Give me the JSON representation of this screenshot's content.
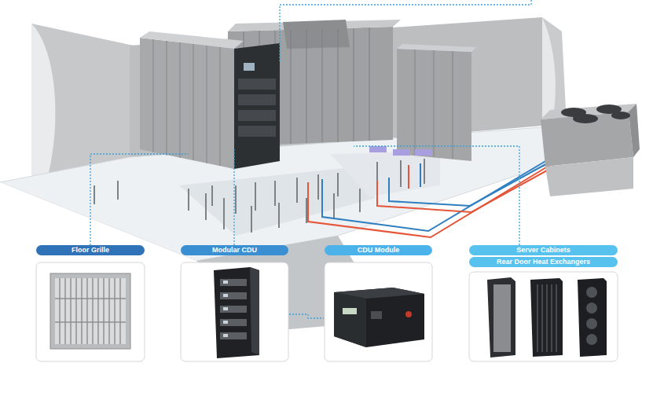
{
  "diagram": {
    "nodes": [
      {
        "text": [
          "Floor Grille"
        ]
      },
      {
        "text": [
          "Modular CDU"
        ]
      },
      {
        "text": [
          "CDU Module"
        ]
      },
      {
        "text": [
          "Server Cabinets"
        ]
      },
      {
        "text": [
          "Rear Door Heat Exchangers"
        ]
      }
    ]
  }
}
